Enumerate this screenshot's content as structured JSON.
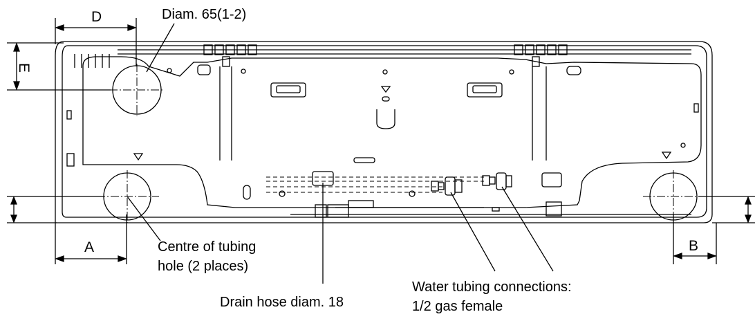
{
  "dimensions": {
    "D": "D",
    "E": "E",
    "A": "A",
    "B": "B"
  },
  "labels": {
    "diam_hole": "Diam. 65(1-2)",
    "centre_line1": "Centre of tubing",
    "centre_line2": "hole (2 places)",
    "drain": "Drain hose diam. 18",
    "water_line1": "Water tubing connections:",
    "water_line2": "1/2 gas female"
  }
}
